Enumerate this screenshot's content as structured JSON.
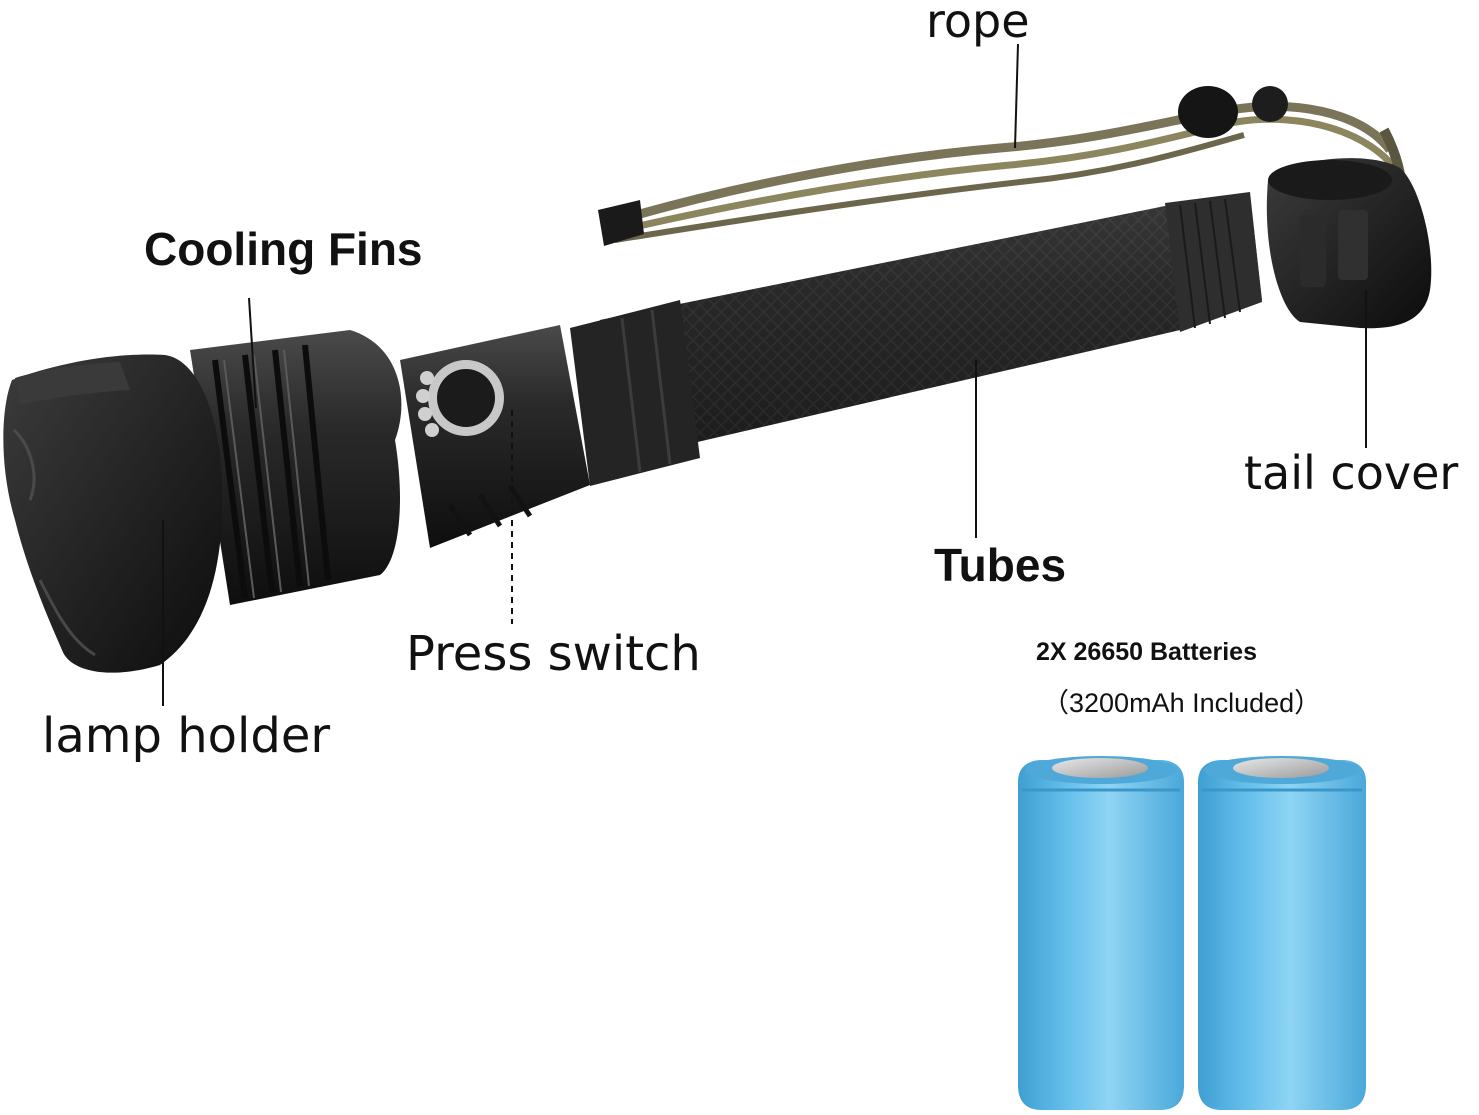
{
  "labels": {
    "rope": "rope",
    "cooling_fins": "Cooling Fins",
    "tail_cover": "tail cover",
    "tubes": "Tubes",
    "press_switch": "Press switch",
    "lamp_holder": "lamp holder",
    "batteries_title": "2X 26650 Batteries",
    "batteries_capacity": "（3200mAh Included）"
  },
  "colors": {
    "background": "#ffffff",
    "body_dark": "#1e1e1e",
    "body_mid": "#2c2c2c",
    "rope": "#7a7458",
    "battery": "#5cb8e6",
    "label_text": "#111111"
  }
}
